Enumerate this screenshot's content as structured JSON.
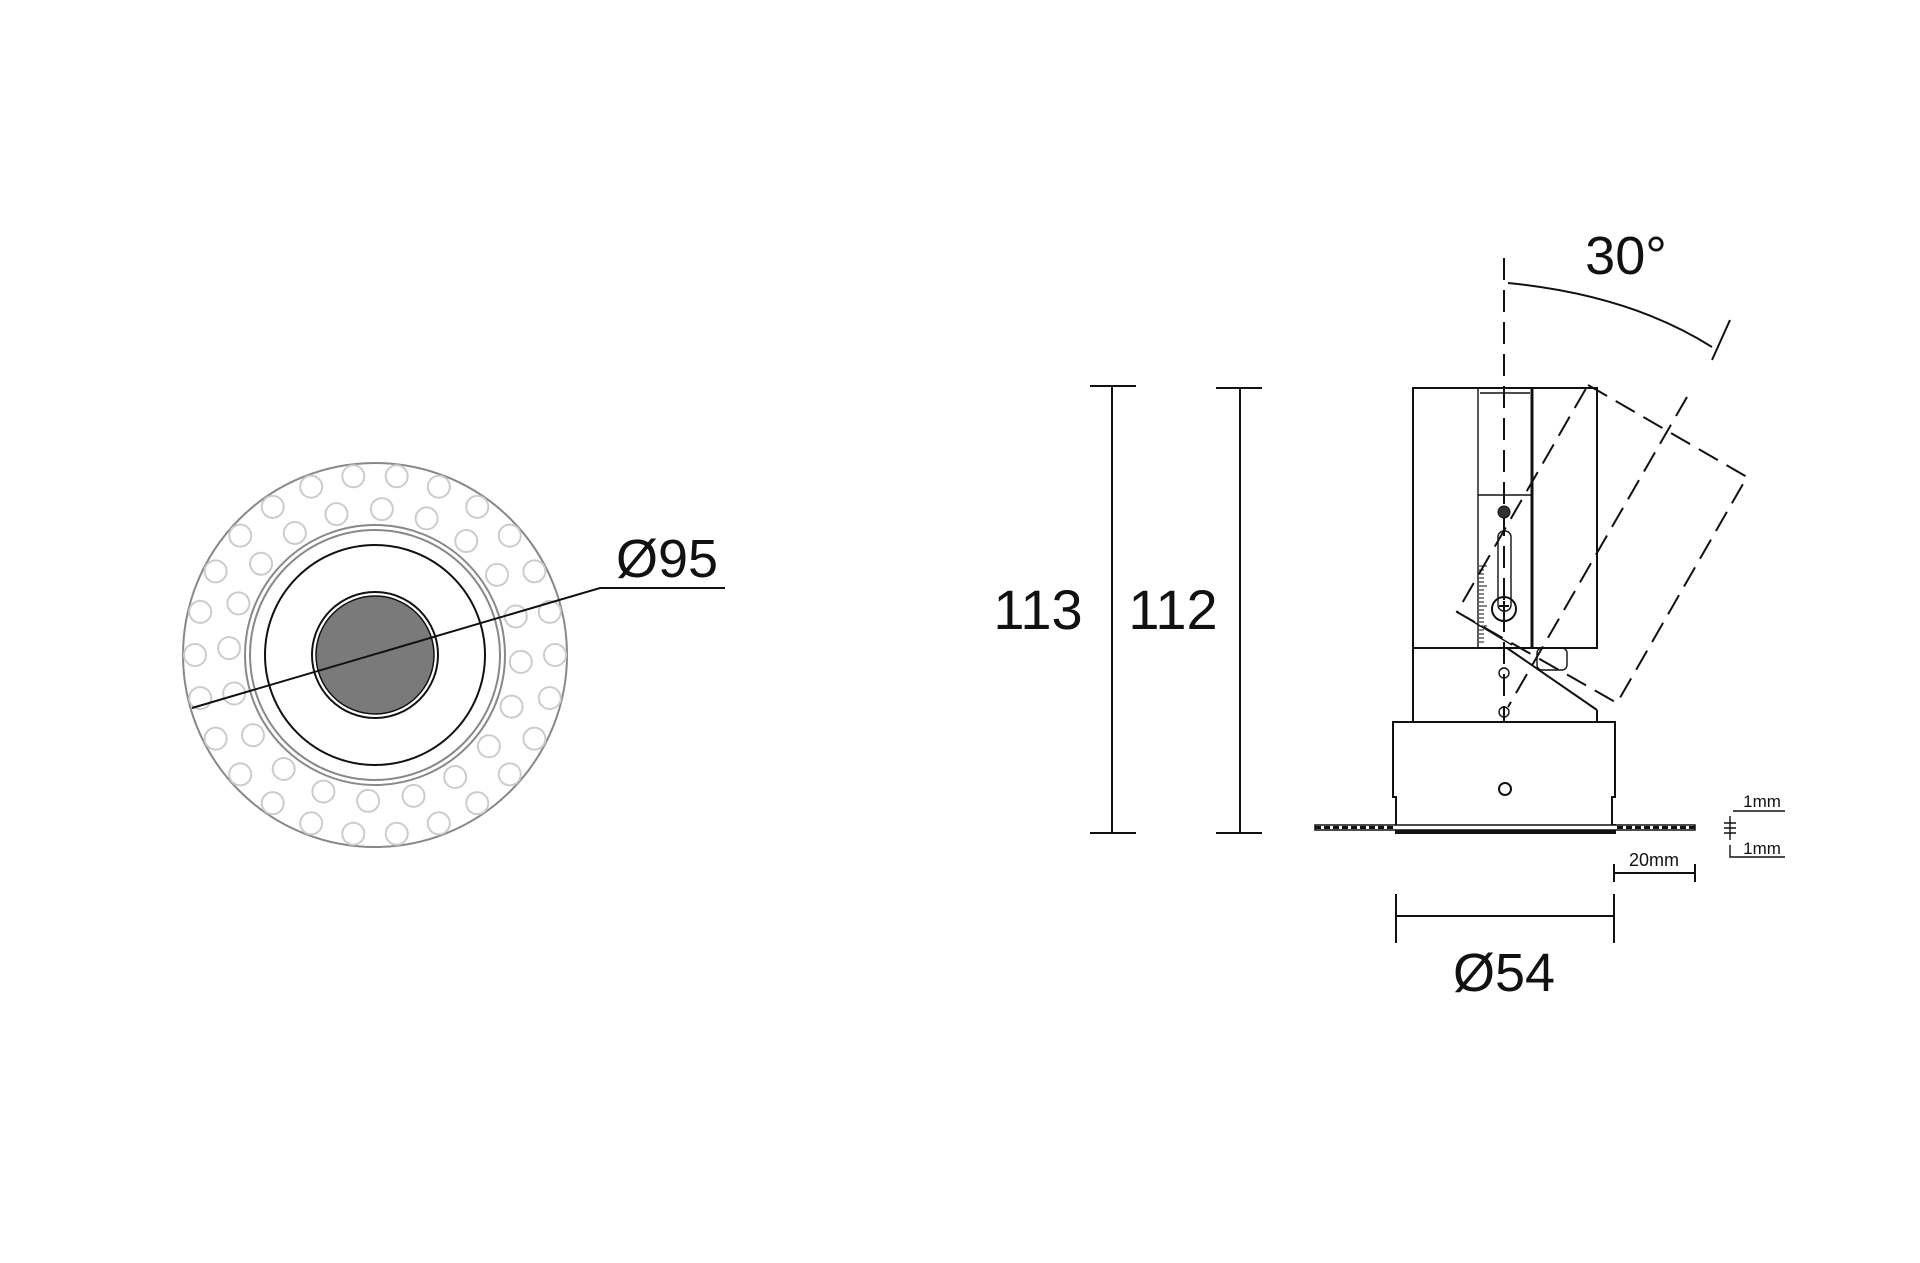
{
  "front_view": {
    "diameter_label": "Ø95"
  },
  "side_view": {
    "height_outer_label": "113",
    "height_inner_label": "112",
    "tilt_angle_label": "30°",
    "cutout_diameter_label": "Ø54",
    "flange_width_label": "20mm",
    "thickness_top_label": "1mm",
    "thickness_bottom_label": "1mm"
  },
  "colors": {
    "line": "#111111",
    "lens_fill": "#7a7a7a",
    "ring_outline": "#888888",
    "hole_outline": "#cccccc"
  }
}
